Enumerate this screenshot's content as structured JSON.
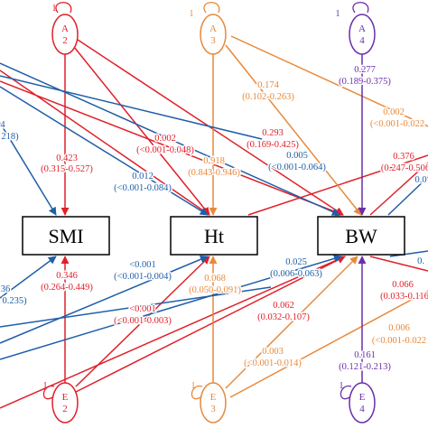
{
  "colors": {
    "red": "#e0202a",
    "orange": "#e8893a",
    "purple": "#6a2fa8",
    "blue": "#1f5ea8",
    "black": "#000000"
  },
  "variables": {
    "smi": "SMI",
    "ht": "Ht",
    "bw": "BW"
  },
  "latents": {
    "a2": {
      "letter": "A",
      "num": "2",
      "variance": "1"
    },
    "a3": {
      "letter": "A",
      "num": "3",
      "variance": "1"
    },
    "a4": {
      "letter": "A",
      "num": "4",
      "variance": "1"
    },
    "e2": {
      "letter": "E",
      "num": "2",
      "variance": "1"
    },
    "e3": {
      "letter": "E",
      "num": "3",
      "variance": "1"
    },
    "e4": {
      "letter": "E",
      "num": "4",
      "variance": "1"
    }
  },
  "paths": {
    "a2_smi": {
      "est": "0.423",
      "ci": "(0.315-0.527)"
    },
    "a2_ht": {
      "est": "0.002",
      "ci": "(<0.001-0.048)"
    },
    "a2_bw": {
      "est": "0.293",
      "ci": "(0.169-0.425)"
    },
    "a3_ht": {
      "est": "0.918",
      "ci": "(0.843-0.946)"
    },
    "a3_smi_top": {
      "est": "0.174",
      "ci": "(0.102-0.263)"
    },
    "a3_bw": {
      "est": "0.002",
      "ci": "(<0.001-0.022"
    },
    "a4_bw": {
      "est": "0.277",
      "ci": "(0.189-0.375)"
    },
    "a_right": {
      "est": "0.376",
      "ci": "(0.247-0.506"
    },
    "blue_left_top": {
      "est": "4",
      "ci": "218)"
    },
    "blue_a1_ht": {
      "est": "0.012",
      "ci": "(<0.001-0.084)"
    },
    "blue_a1_bw": {
      "est": "0.005",
      "ci": "(<0.001-0.064)"
    },
    "blue_right_top": {
      "est": "0.0",
      "ci": ""
    },
    "e2_smi": {
      "est": "0.346",
      "ci": "(0.264-0.449)"
    },
    "e3_ht": {
      "est": "0.068",
      "ci": "(0.050-0.091)"
    },
    "blue_e1_ht": {
      "est": "<0.001",
      "ci": "(<0.001-0.004)"
    },
    "blue_e1_bw": {
      "est": "0.025",
      "ci": "(0.006-0.063)"
    },
    "e2_ht": {
      "est": "<0.001",
      "ci": "(<0.001-0.003)"
    },
    "e2_bw": {
      "est": "0.062",
      "ci": "(0.032-0.107)"
    },
    "e_right": {
      "est": "0.066",
      "ci": "(0.033-0.116"
    },
    "e3_bw": {
      "est": "0.003",
      "ci": "(<0.001-0.014)"
    },
    "e4_ht": {
      "est": "0.006",
      "ci": "(<0.001-0.022"
    },
    "e4_bw": {
      "est": "0.161",
      "ci": "(0.121-0.213)"
    },
    "blue_left_bottom": {
      "est": "36",
      "ci": "0.235)"
    },
    "blue_right_bottom": {
      "est": "0.",
      "ci": ""
    }
  }
}
